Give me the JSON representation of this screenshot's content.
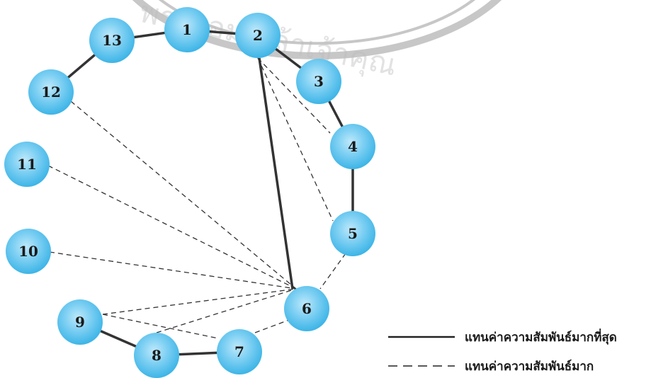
{
  "watermark": {
    "text": "พระจอมเกล้าเจ้าคุณ"
  },
  "nodes": [
    {
      "id": "1",
      "label": "1"
    },
    {
      "id": "2",
      "label": "2"
    },
    {
      "id": "3",
      "label": "3"
    },
    {
      "id": "4",
      "label": "4"
    },
    {
      "id": "5",
      "label": "5"
    },
    {
      "id": "6",
      "label": "6"
    },
    {
      "id": "7",
      "label": "7"
    },
    {
      "id": "8",
      "label": "8"
    },
    {
      "id": "9",
      "label": "9"
    },
    {
      "id": "10",
      "label": "10"
    },
    {
      "id": "11",
      "label": "11"
    },
    {
      "id": "12",
      "label": "12"
    },
    {
      "id": "13",
      "label": "13"
    }
  ],
  "edges": [
    {
      "from": "13",
      "to": "1",
      "style": "strongest"
    },
    {
      "from": "1",
      "to": "2",
      "style": "strongest"
    },
    {
      "from": "13",
      "to": "12",
      "style": "strongest"
    },
    {
      "from": "2",
      "to": "3",
      "style": "strongest"
    },
    {
      "from": "3",
      "to": "4",
      "style": "strongest"
    },
    {
      "from": "4",
      "to": "5",
      "style": "strongest"
    },
    {
      "from": "2",
      "to": "6",
      "style": "strongest"
    },
    {
      "from": "9",
      "to": "8",
      "style": "strongest"
    },
    {
      "from": "8",
      "to": "7",
      "style": "strongest"
    },
    {
      "from": "2",
      "to": "4",
      "style": "strong"
    },
    {
      "from": "2",
      "to": "5",
      "style": "strong"
    },
    {
      "from": "5",
      "to": "6",
      "style": "strong"
    },
    {
      "from": "12",
      "to": "6",
      "style": "strong"
    },
    {
      "from": "11",
      "to": "6",
      "style": "strong"
    },
    {
      "from": "10",
      "to": "6",
      "style": "strong"
    },
    {
      "from": "9",
      "to": "6",
      "style": "strong"
    },
    {
      "from": "8",
      "to": "6",
      "style": "strong"
    },
    {
      "from": "9",
      "to": "7",
      "style": "strong"
    },
    {
      "from": "7",
      "to": "6",
      "style": "strong"
    }
  ],
  "legend": {
    "solid_label": "แทนค่าความสัมพันธ์มากที่สุด",
    "dashed_label": "แทนค่าความสัมพันธ์มาก"
  },
  "colors": {
    "node_fill_center": "#bfe9fb",
    "node_fill_edge": "#39b3e6",
    "edge": "#333333",
    "text": "#1a1a1a"
  }
}
